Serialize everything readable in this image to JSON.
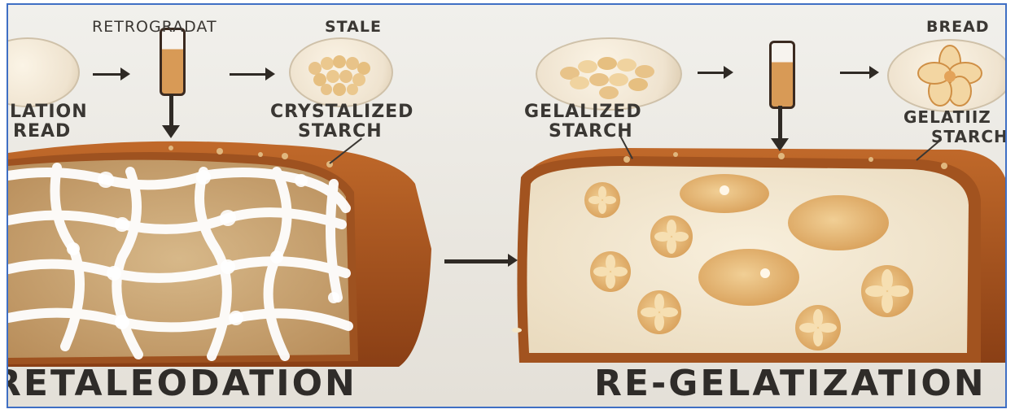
{
  "labels": {
    "retrogradat": "RETROGRADAT",
    "stale": "STALE",
    "bread": "BREAD",
    "gelation_line1": "LATION",
    "gelation_line2": "READ",
    "crystalized_line1": "CRYSTALIZED",
    "crystalized_line2": "STARCH",
    "gelalized_line1": "GELALIZED",
    "gelalized_line2": "STARCH",
    "gelatiiz_line1": "GELATIIZ",
    "gelatiiz_line2": "STARCH",
    "bottom_left": "RETALEODATION",
    "bottom_right": "RE-GELATIZATION"
  },
  "colors": {
    "crust": "#b05a22",
    "crust_dark": "#8a3f15",
    "crumb": "#efe2c7",
    "crystal_white": "#ffffff",
    "starch_gold": "#e9b874",
    "border": "#3f6fc4"
  },
  "icons": {
    "process_arrow": "right-arrow-icon",
    "down_arrow": "down-arrow-icon",
    "tube": "test-tube-icon",
    "starch_bowl": "starch-granules-icon",
    "flower_starch": "flower-starch-icon"
  }
}
